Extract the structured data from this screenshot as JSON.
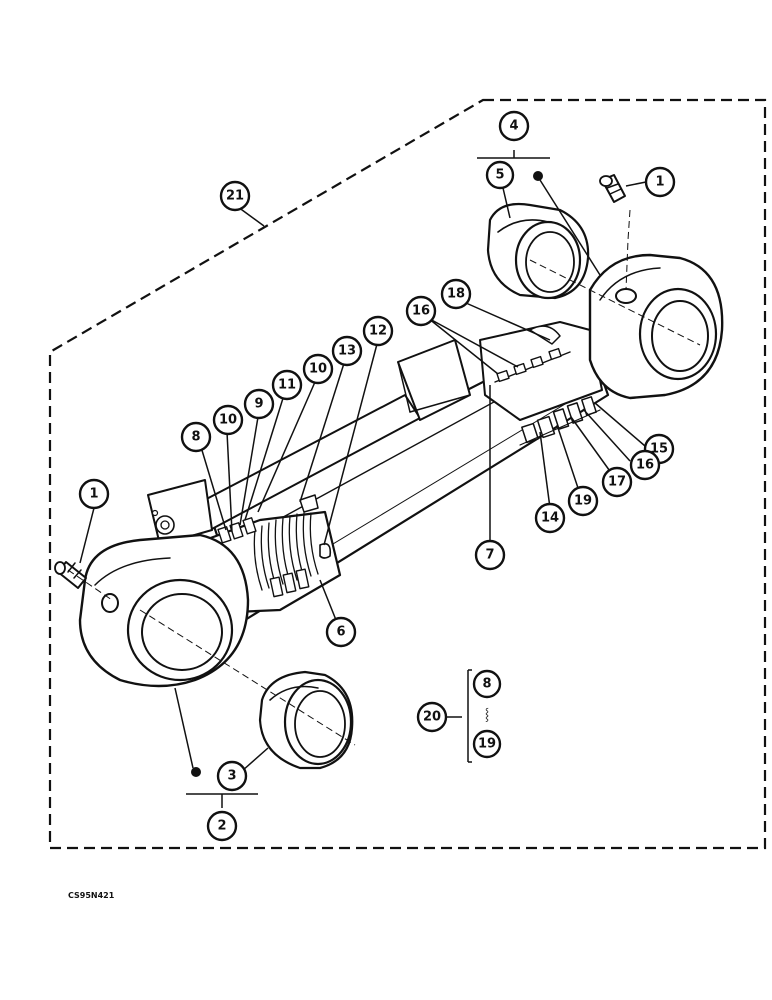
{
  "drawing_code": "CS95N421",
  "callouts": {
    "c1_right": "1",
    "c1_left": "1",
    "c2": "2",
    "c3": "3",
    "c4": "4",
    "c5": "5",
    "c6": "6",
    "c7": "7",
    "c8": "8",
    "c9": "9",
    "c10_a": "10",
    "c10_b": "10",
    "c11": "11",
    "c12": "12",
    "c13": "13",
    "c14": "14",
    "c15": "15",
    "c16_top": "16",
    "c16_right": "16",
    "c17": "17",
    "c18": "18",
    "c19": "19",
    "c21": "21"
  },
  "kit_legend": {
    "label": "20",
    "from": "8",
    "range_mark": "⸾",
    "to": "19"
  }
}
